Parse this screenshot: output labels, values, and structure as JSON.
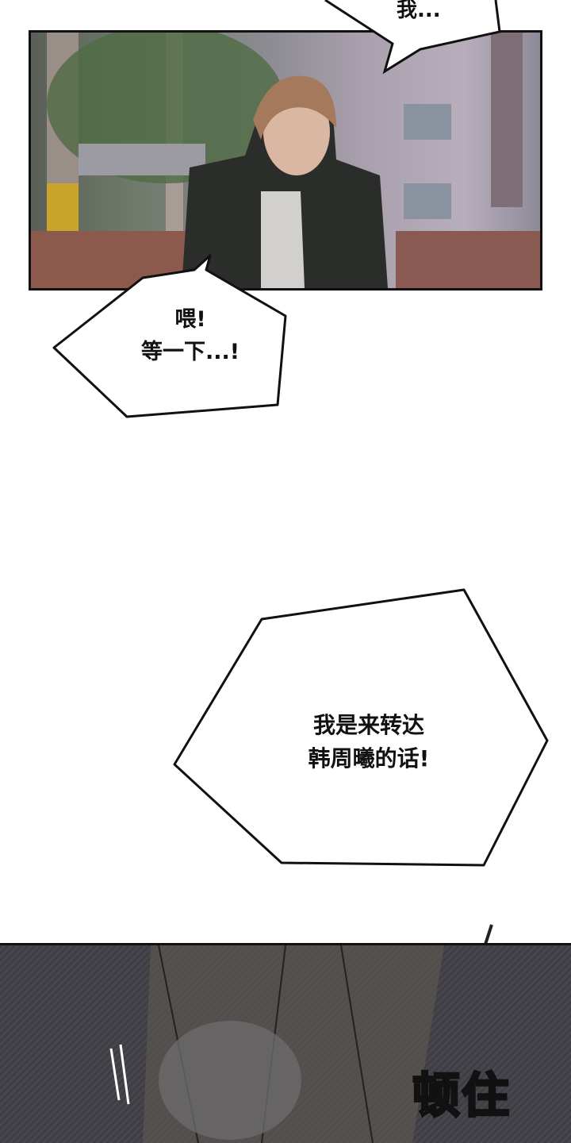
{
  "panel1": {
    "bubble_top": "我..."
  },
  "bubble2": {
    "line1": "喂!",
    "line2": "等一下...!"
  },
  "bubble3": {
    "line1": "我是来转达",
    "line2": "韩周曦的话!"
  },
  "panel3": {
    "sfx": "顿住"
  }
}
